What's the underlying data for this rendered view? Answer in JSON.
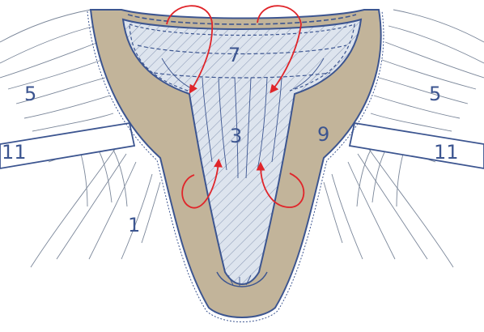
{
  "labels": {
    "left_fabric": "5",
    "right_fabric": "5",
    "left_strap": "11",
    "right_strap": "11",
    "inner_panel": "3",
    "seam_band": "9",
    "top_edge": "7",
    "lower_left": "1"
  },
  "colors": {
    "outline": "#3c5590",
    "band": "#c2b49a",
    "hatch_fill": "#dde4ee",
    "hatch_line": "#8e9cb8",
    "arrow": "#e0252a",
    "fabric_line": "#7a8699"
  }
}
